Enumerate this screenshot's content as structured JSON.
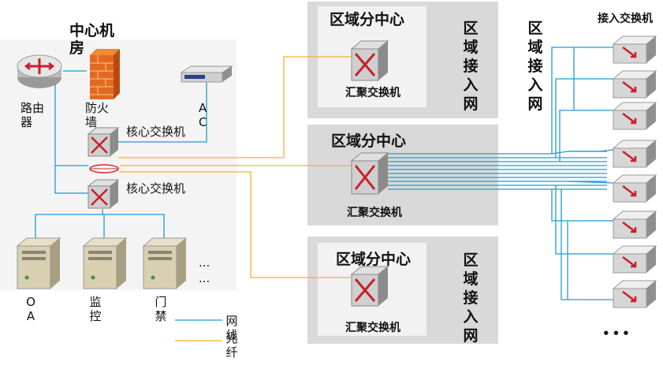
{
  "center_room": {
    "title": "中心机房",
    "router_label": "路由器",
    "firewall_label": "防火墙",
    "ac_label": "AC",
    "core_switch_1_label": "核心交换机",
    "core_switch_2_label": "核心交换机",
    "servers": [
      {
        "label": "OA"
      },
      {
        "label": "监控"
      },
      {
        "label": "门禁"
      }
    ],
    "ellipsis_1": "...",
    "ellipsis_2": "..."
  },
  "regions": [
    {
      "title": "区域分中心",
      "switch_label": "汇聚交换机",
      "access_net": "区域接入网"
    },
    {
      "title": "区域分中心",
      "switch_label": "汇聚交换机"
    },
    {
      "title": "区域分中心",
      "switch_label": "汇聚交换机",
      "access_net": "区域接入网"
    }
  ],
  "right_access_net": "区域接入网",
  "access_switch_label": "接入交换机",
  "access_ellipsis": "•••",
  "legend": {
    "cable_label": "网线",
    "fiber_label": "光纤",
    "cable_color": "#1f9bd7",
    "fiber_color": "#f2b134"
  },
  "icons": [
    "router-icon",
    "firewall-icon",
    "ac-icon",
    "core-switch-icon",
    "server-icon",
    "aggregation-switch-icon",
    "access-switch-icon"
  ]
}
